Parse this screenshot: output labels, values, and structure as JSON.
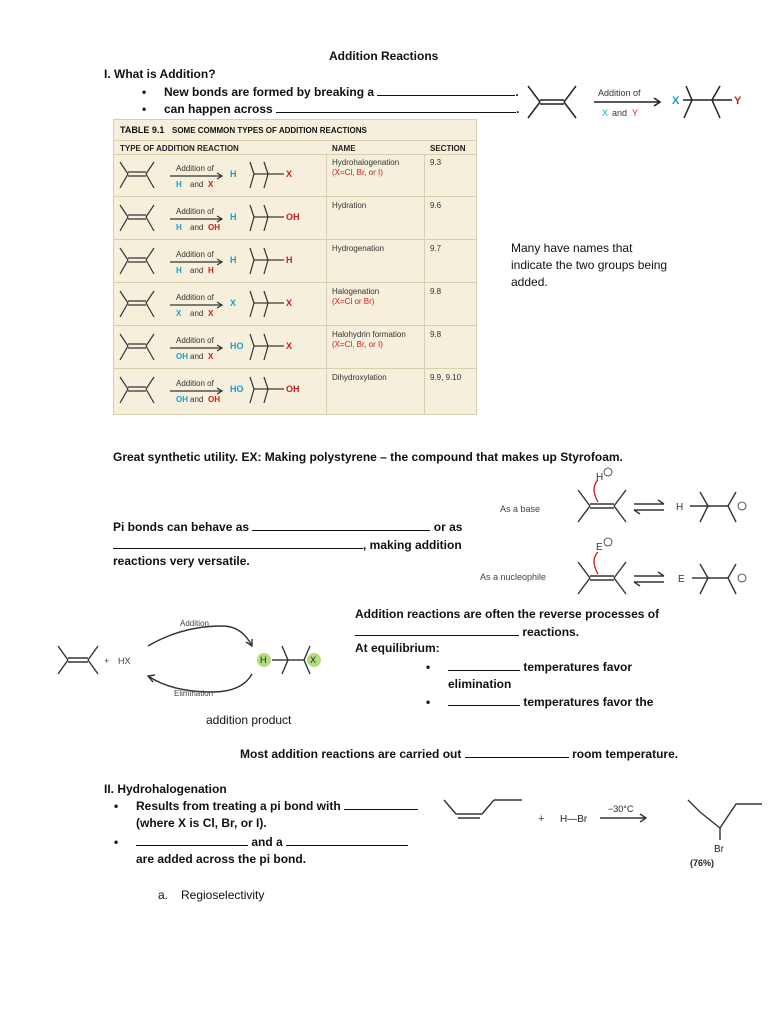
{
  "title": "Addition Reactions",
  "section1": {
    "heading": "I.  What is Addition?",
    "bullets": [
      "New bonds are formed by breaking a",
      "can happen across"
    ]
  },
  "top_scheme": {
    "arrow_top": "Addition of",
    "arrow_bottom_x": "X",
    "arrow_bottom_and": "and",
    "arrow_bottom_y": "Y",
    "x": "X",
    "y": "Y"
  },
  "table": {
    "label": "TABLE 9.1",
    "caption": "SOME COMMON TYPES OF ADDITION REACTIONS",
    "col_type": "TYPE OF ADDITION REACTION",
    "col_name": "NAME",
    "col_section": "SECTION",
    "rows": [
      {
        "arrow_top": "Addition of",
        "g1": "H",
        "mid": "and",
        "g2": "X",
        "left": "H",
        "right": "X",
        "name": "Hydrohalogenation",
        "note": "(X=Cl, Br, or I)",
        "section": "9.3"
      },
      {
        "arrow_top": "Addition of",
        "g1": "H",
        "mid": "and",
        "g2": "OH",
        "left": "H",
        "right": "OH",
        "name": "Hydration",
        "note": "",
        "section": "9.6"
      },
      {
        "arrow_top": "Addition of",
        "g1": "H",
        "mid": "and",
        "g2": "H",
        "left": "H",
        "right": "H",
        "name": "Hydrogenation",
        "note": "",
        "section": "9.7"
      },
      {
        "arrow_top": "Addition of",
        "g1": "X",
        "mid": "and",
        "g2": "X",
        "left": "X",
        "right": "X",
        "name": "Halogenation",
        "note": "(X=Cl or Br)",
        "section": "9.8"
      },
      {
        "arrow_top": "Addition of",
        "g1": "OH",
        "mid": "and",
        "g2": "X",
        "left": "HO",
        "right": "X",
        "name": "Halohydrin formation",
        "note": "(X=Cl, Br, or I)",
        "section": "9.8"
      },
      {
        "arrow_top": "Addition of",
        "g1": "OH",
        "mid": "and",
        "g2": "OH",
        "left": "HO",
        "right": "OH",
        "name": "Dihydroxylation",
        "note": "",
        "section": "9.9, 9.10"
      }
    ]
  },
  "side_note": [
    "Many have names that",
    "indicate the two groups being",
    "added."
  ],
  "synthetic": "Great synthetic utility. EX: Making polystyrene – the compound that makes up Styrofoam.",
  "pi_bonds": {
    "line1a": "Pi bonds can behave as",
    "line1b": "or as",
    "line2": ", making addition",
    "line3": "reactions very versatile."
  },
  "base_fig": {
    "label": "As a base",
    "h_plus": "H",
    "prod": "H"
  },
  "nuc_fig": {
    "label": "As a nucleophile",
    "e_plus": "E",
    "prod": "E"
  },
  "reverse": {
    "line1": "Addition reactions are often the reverse processes of",
    "line2": "reactions.",
    "eq": "At equilibrium:",
    "b1a": "temperatures favor",
    "b1b": "elimination",
    "b2": "temperatures favor the"
  },
  "cycle_fig": {
    "top": "Addition",
    "bottom": "Elimination",
    "hx": "HX",
    "plus": "+",
    "h": "H",
    "x": "X"
  },
  "addition_product": "addition product",
  "room_temp": {
    "a": "Most addition reactions are carried out",
    "b": "room temperature."
  },
  "section2": {
    "heading": "II.  Hydrohalogenation",
    "b1a": "Results from treating a pi bond with",
    "b1b": "(where X is Cl, Br, or I).",
    "b2a": "and a",
    "b2b": "are added across the pi bond."
  },
  "hbr_fig": {
    "plus": "+",
    "hbr": "H—Br",
    "cond": "−30°C",
    "br": "Br",
    "yield": "(76%)"
  },
  "regio": {
    "letter": "a.",
    "text": "Regioselectivity"
  }
}
